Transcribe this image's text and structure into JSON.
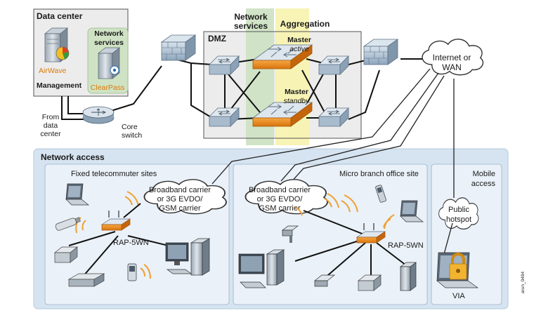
{
  "data_center": {
    "title": "Data center",
    "airwave_label": "AirWave",
    "management_label": "Management",
    "network_services_title_1": "Network",
    "network_services_title_2": "services",
    "clearpass_label": "ClearPass"
  },
  "from_data_center": [
    "From",
    "data",
    "center"
  ],
  "core_switch": [
    "Core",
    "switch"
  ],
  "column_headers": {
    "network_services_1": "Network",
    "network_services_2": "services",
    "aggregation": "Aggregation"
  },
  "dmz": {
    "title": "DMZ",
    "master_active_1": "Master",
    "master_active_2": "active",
    "master_standby_1": "Master",
    "master_standby_2": "standby"
  },
  "internet": [
    "Internet or",
    "WAN"
  ],
  "network_access": {
    "title": "Network access",
    "fixed_title": "Fixed telecommuter sites",
    "micro_title": "Micro branch office site",
    "mobile_title_1": "Mobile",
    "mobile_title_2": "access",
    "carrier_left": [
      "Broadband carrier",
      "or 3G EVDO/",
      "GSM carrier"
    ],
    "carrier_right": [
      "Broadband carrier",
      "or 3G EVDO/",
      "GSM carrier"
    ],
    "rap_left": "RAP-5WN",
    "rap_right": "RAP-5WN",
    "hotspot": [
      "Public",
      "hotspot"
    ],
    "via": "VIA"
  },
  "figure_id": "arun_0494",
  "colors": {
    "panel_gray": "#ececec",
    "network_access_bg": "#d6e4f1",
    "site_bg": "#eaf1f8",
    "services_band": "#cfe3c4",
    "aggregation_band": "#f7f3b2",
    "device_orange": "#f08a1c",
    "firewall_blue": "#b9c9d8",
    "signal_orange": "#f0a030"
  }
}
